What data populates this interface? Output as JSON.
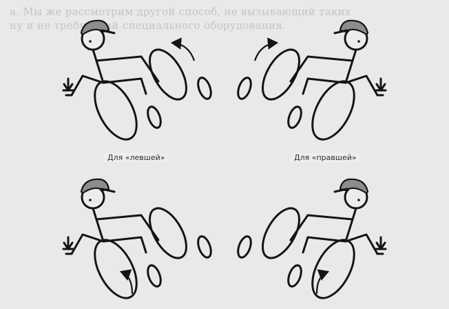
{
  "captions": {
    "left": "Для «левшей»",
    "right": "Для «правшей»"
  },
  "background_text_lines": [
    "",
    "",
    "",
    "",
    "",
    "",
    "",
    "",
    "",
    "",
    "",
    "",
    "",
    "",
    "а. Мы же рассмотрим другой способ, не вызывающий таких",
    "ну и не требующий специального оборудования.",
    "",
    "",
    "",
    "",
    "",
    "",
    ""
  ],
  "figures": [
    {
      "id": "top-left",
      "handedness": "left",
      "arrow": "counter-clockwise"
    },
    {
      "id": "top-right",
      "handedness": "right",
      "arrow": "clockwise"
    },
    {
      "id": "bottom-left",
      "handedness": "left",
      "arrow": "clockwise"
    },
    {
      "id": "bottom-right",
      "handedness": "right",
      "arrow": "counter-clockwise"
    }
  ],
  "colors": {
    "ink": "#141414",
    "paper": "#e9e9e9",
    "faint_text": "#c4c4c4"
  }
}
